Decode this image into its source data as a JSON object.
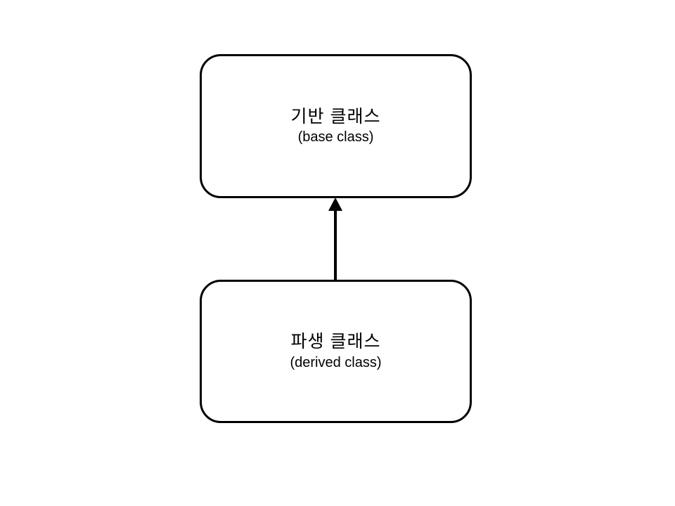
{
  "diagram": {
    "background_color": "#ffffff",
    "stroke_color": "#000000",
    "boxes": [
      {
        "id": "base-class",
        "title": "기반 클래스",
        "subtitle": "(base class)"
      },
      {
        "id": "derived-class",
        "title": "파생 클래스",
        "subtitle": "(derived class)"
      }
    ],
    "arrow": {
      "from": "derived-class",
      "to": "base-class",
      "direction": "up"
    }
  }
}
